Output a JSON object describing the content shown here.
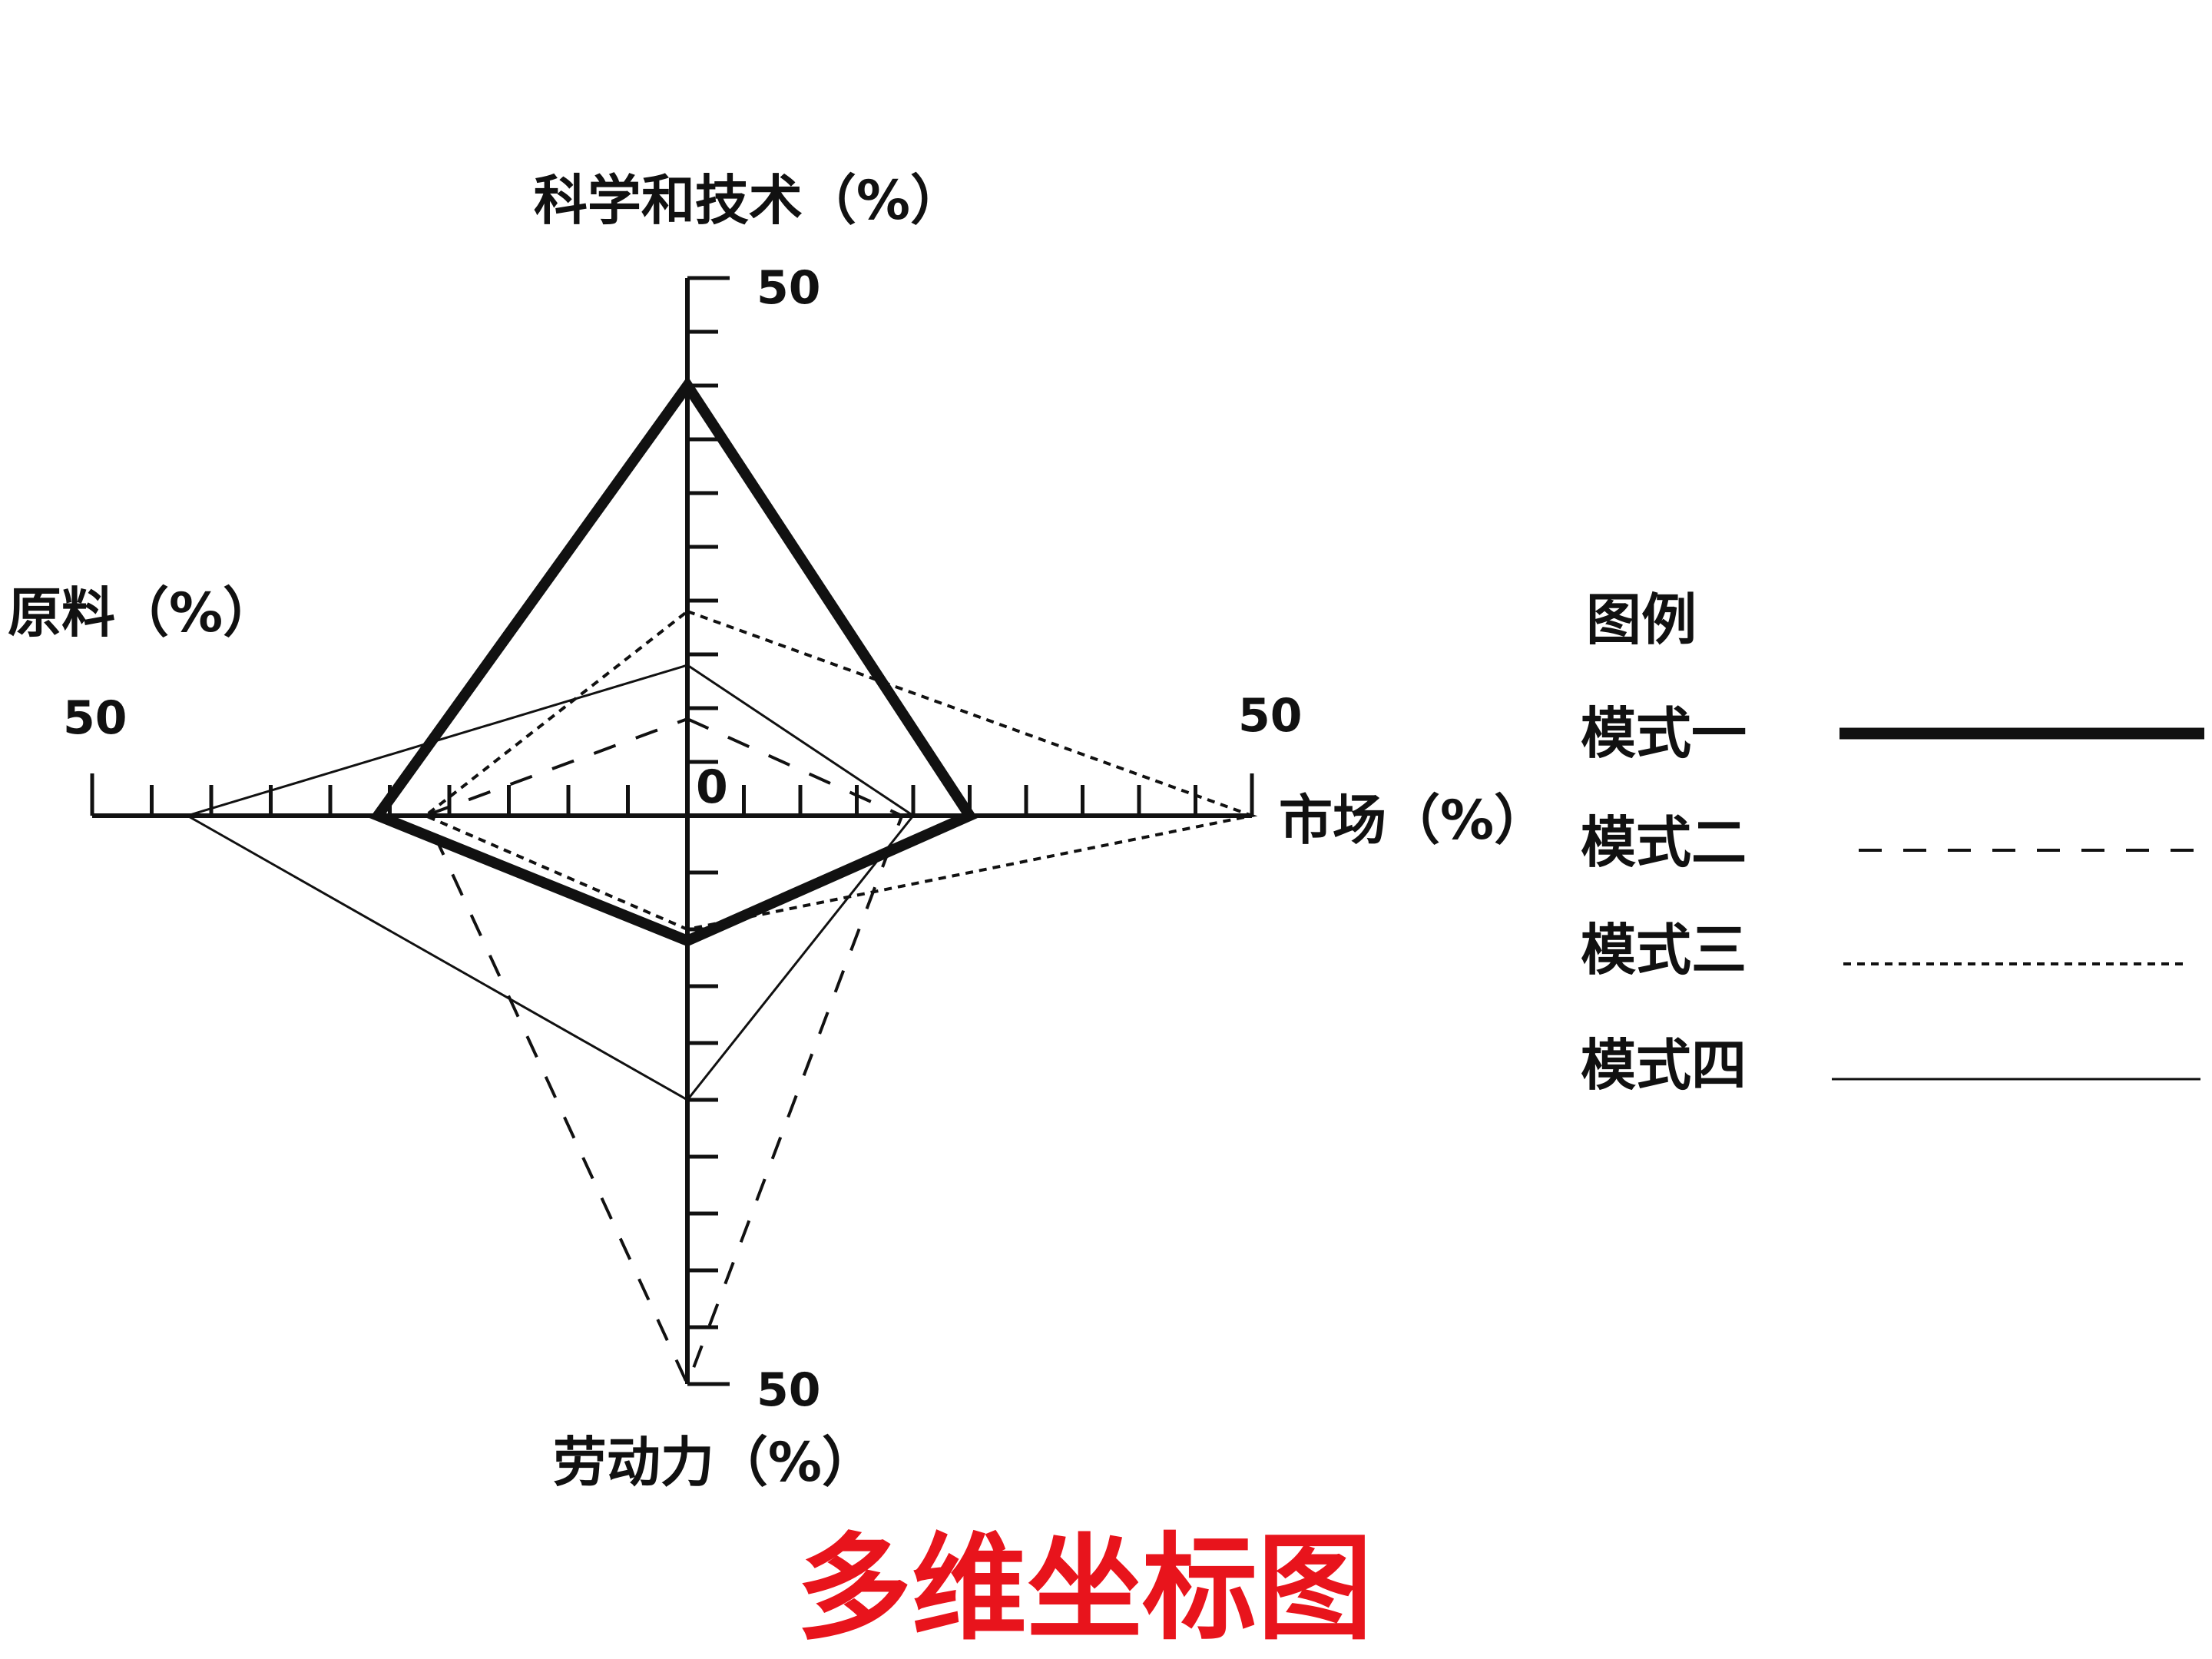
{
  "chart_data": {
    "type": "radar",
    "title": "多维坐标图",
    "axes": [
      {
        "key": "science",
        "label": "科学和技术（%）",
        "max": 50
      },
      {
        "key": "market",
        "label": "市场（%）",
        "max": 50
      },
      {
        "key": "labor",
        "label": "劳动力（%）",
        "max": 50
      },
      {
        "key": "material",
        "label": "原料（%）",
        "max": 50
      }
    ],
    "tick_step": 5,
    "origin_label": "0",
    "max_label": "50",
    "series": [
      {
        "name": "模式一",
        "style": "thick-solid",
        "values": {
          "science": 40,
          "market": 25,
          "labor": 11,
          "material": 26
        }
      },
      {
        "name": "模式二",
        "style": "long-dash",
        "values": {
          "science": 9,
          "market": 19,
          "labor": 50,
          "material": 22
        }
      },
      {
        "name": "模式三",
        "style": "short-dash",
        "values": {
          "science": 19,
          "market": 50,
          "labor": 10,
          "material": 22
        }
      },
      {
        "name": "模式四",
        "style": "thin-solid",
        "values": {
          "science": 14,
          "market": 20,
          "labor": 25,
          "material": 42
        }
      }
    ],
    "legend": {
      "title": "图例",
      "position": "right"
    }
  },
  "colors": {
    "ink": "#111111",
    "caption": "#e8141c"
  }
}
